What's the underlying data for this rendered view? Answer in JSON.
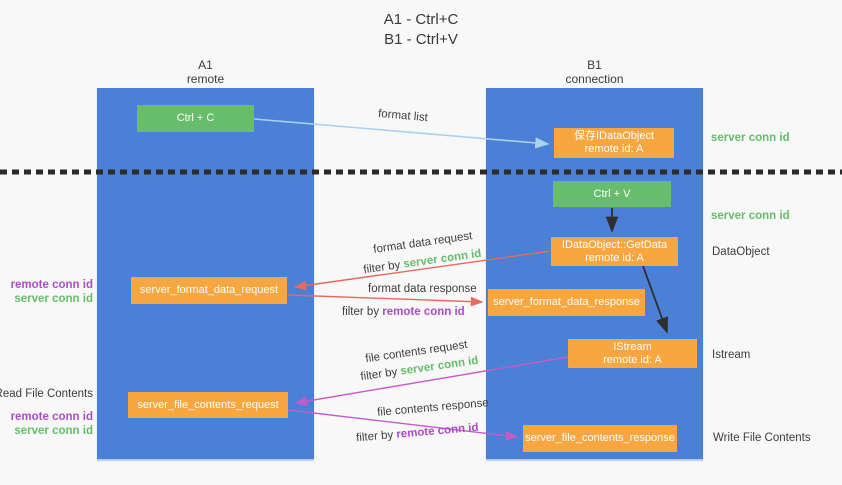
{
  "title": {
    "line1": "A1 - Ctrl+C",
    "line2": "B1 - Ctrl+V"
  },
  "lanes": {
    "left": {
      "title": "A1",
      "subtitle": "remote"
    },
    "right": {
      "title": "B1",
      "subtitle": "connection"
    }
  },
  "nodes": {
    "ctrl_c": {
      "label": "Ctrl + C"
    },
    "save_idataobject": {
      "line1": "保存IDataObject",
      "line2": "remote id: A"
    },
    "ctrl_v": {
      "label": "Ctrl + V"
    },
    "getdata": {
      "line1": "IDataObject::GetData",
      "line2": "remote id: A"
    },
    "format_request": {
      "label": "server_format_data_request"
    },
    "format_response": {
      "label": "server_format_data_response"
    },
    "istream": {
      "line1": "IStream",
      "line2": "remote id: A"
    },
    "file_request": {
      "label": "server_file_contents_request"
    },
    "file_response": {
      "label": "server_file_contents_response"
    }
  },
  "flow_labels": {
    "format_list": "format list",
    "format_data_request": "format data request",
    "format_data_response": "format data response",
    "file_contents_request": "file contents request",
    "file_contents_response": "file contents response",
    "filter_by": "filter by",
    "server_conn_id": "server conn id",
    "remote_conn_id": "remote conn id"
  },
  "side_labels": {
    "server_conn_id_top": "server conn id",
    "server_conn_id_mid": "server conn id",
    "dataobject": "DataObject",
    "istream": "Istream",
    "write_file_contents": "Write File Contents",
    "read_file_contents": "Read File Contents",
    "remote_conn_id_format": "remote conn id",
    "server_conn_id_format": "server conn id",
    "remote_conn_id_file": "remote conn id",
    "server_conn_id_file": "server conn id"
  },
  "colors": {
    "background": "#f8f8f8",
    "lane_blue": "#4a80d5",
    "box_orange": "#f7a640",
    "box_green": "#68bd6c",
    "text_green": "#65bd6a",
    "text_purple": "#ab4ec4",
    "arrow_red": "#e8695e",
    "arrow_purple": "#c55bc8",
    "arrow_lightblue": "#a9d2f0",
    "arrow_black": "#2e2e2e"
  }
}
